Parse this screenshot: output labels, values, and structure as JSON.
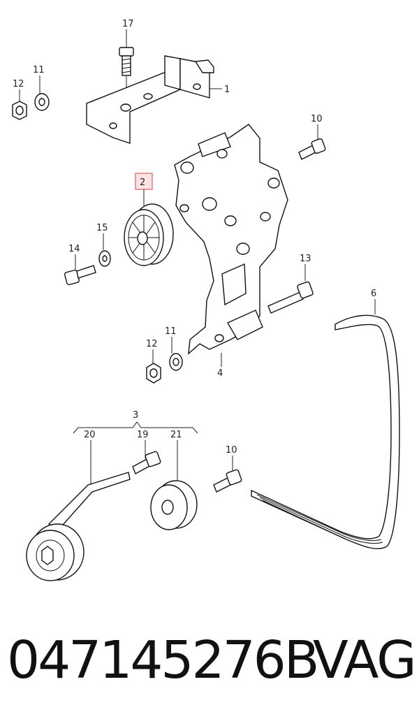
{
  "callouts": {
    "c17": "17",
    "c1": "1",
    "c11a": "11",
    "c12a": "12",
    "c10a": "10",
    "c2": "2",
    "c15": "15",
    "c14": "14",
    "c13": "13",
    "c6": "6",
    "c11b": "11",
    "c12b": "12",
    "c4": "4",
    "c3": "3",
    "c20": "20",
    "c19": "19",
    "c21": "21",
    "c10b": "10"
  },
  "footer": {
    "part_number": "047145276B",
    "brand": "VAG"
  },
  "colors": {
    "highlight_box": "#e06060",
    "highlight_fill": "#fbe3e3"
  }
}
